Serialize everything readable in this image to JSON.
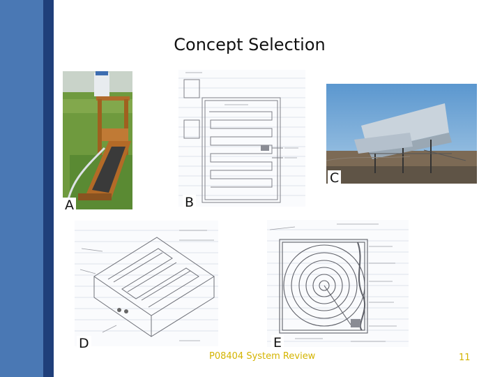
{
  "slide": {
    "title": "Concept Selection",
    "footer": "P08404 System Review",
    "page_number": "11"
  },
  "concepts": [
    {
      "letter": "A"
    },
    {
      "letter": "B"
    },
    {
      "letter": "C"
    },
    {
      "letter": "D"
    },
    {
      "letter": "E"
    }
  ],
  "colors": {
    "sidebar_light": "#4a78b4",
    "sidebar_dark": "#1f3f7a",
    "footer_text": "#d4b400"
  }
}
